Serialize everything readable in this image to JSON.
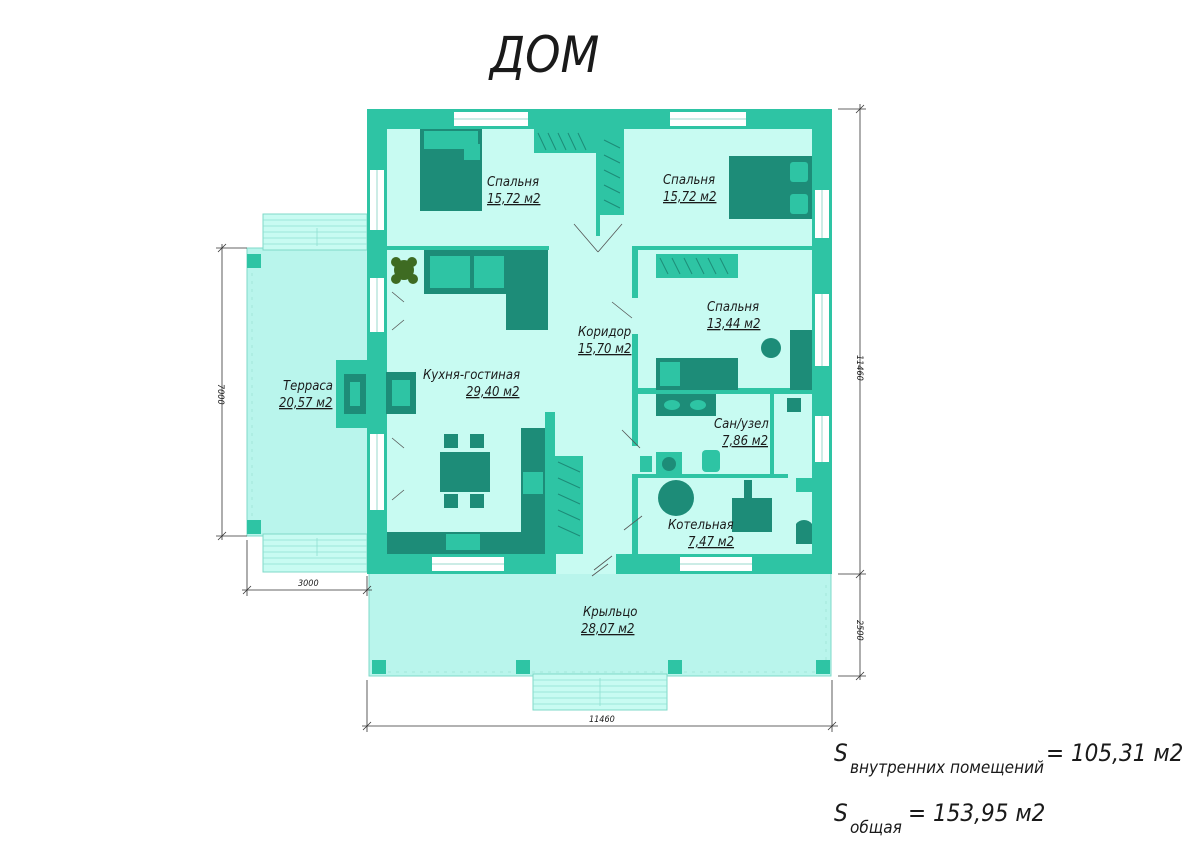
{
  "title": "ДОМ",
  "colors": {
    "wall": "#2ec4a4",
    "floor": "#c8fbf2",
    "terrace": "#b9f5ec",
    "furniture": "#1d8c78",
    "furniture_dark": "#177a68",
    "window": "#ffffff",
    "text": "#1a1a1a",
    "dim_line": "#333333"
  },
  "rooms": [
    {
      "id": "bedroom-1",
      "name": "Спальня",
      "area": "15,72 м2"
    },
    {
      "id": "bedroom-2",
      "name": "Спальня",
      "area": "15,72 м2"
    },
    {
      "id": "bedroom-3",
      "name": "Спальня",
      "area": "13,44 м2"
    },
    {
      "id": "corridor",
      "name": "Коридор",
      "area": "15,70 м2"
    },
    {
      "id": "kitchen-living",
      "name": "Кухня-гостиная",
      "area": "29,40 м2"
    },
    {
      "id": "terrace",
      "name": "Терраса",
      "area": "20,57 м2"
    },
    {
      "id": "bathroom",
      "name": "Сан/узел",
      "area": "7,86 м2"
    },
    {
      "id": "boiler",
      "name": "Котельная",
      "area": "7,47 м2"
    },
    {
      "id": "porch",
      "name": "Крыльцо",
      "area": "28,07 м2"
    }
  ],
  "dimensions": {
    "house_width": "11460",
    "house_depth": "11460",
    "terrace_depth": "7000",
    "terrace_width": "3000",
    "porch_depth": "2500"
  },
  "summary": {
    "inner": {
      "symbol": "S",
      "subscript": "внутренних помещений",
      "value": "= 105,31 м2"
    },
    "total": {
      "symbol": "S",
      "subscript": "общая",
      "value": "= 153,95 м2"
    }
  }
}
